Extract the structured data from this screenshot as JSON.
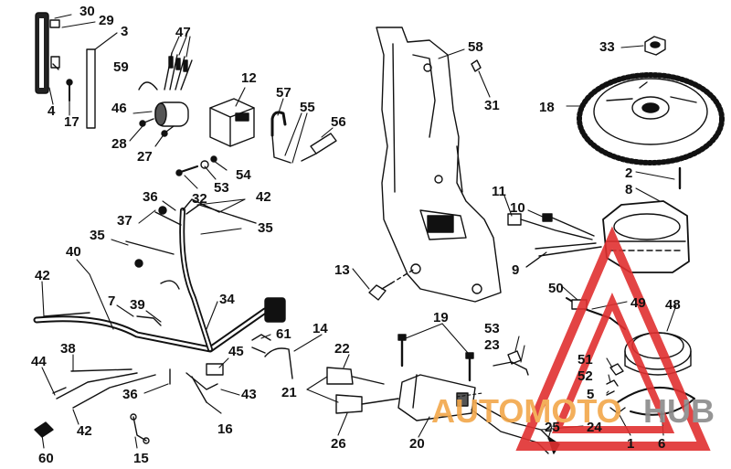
{
  "diagram": {
    "labels": [
      "30",
      "29",
      "3",
      "47",
      "4",
      "17",
      "59",
      "12",
      "46",
      "28",
      "27",
      "57",
      "55",
      "56",
      "54",
      "53",
      "32",
      "36",
      "42",
      "37",
      "35",
      "35",
      "40",
      "42",
      "7",
      "39",
      "34",
      "61",
      "38",
      "45",
      "14",
      "44",
      "36",
      "43",
      "16",
      "42",
      "60",
      "15",
      "58",
      "31",
      "33",
      "18",
      "2",
      "8",
      "11",
      "10",
      "9",
      "13",
      "50",
      "49",
      "48",
      "19",
      "53",
      "23",
      "22",
      "21",
      "51",
      "52",
      "5",
      "24",
      "25",
      "26",
      "20",
      "1",
      "6"
    ]
  },
  "watermark": {
    "part_one": "AUTOMOTO",
    "part_two": "HUB",
    "color_red": "#e03030",
    "color_orange": "#f2a74a",
    "color_gray": "#8a8a8a"
  }
}
